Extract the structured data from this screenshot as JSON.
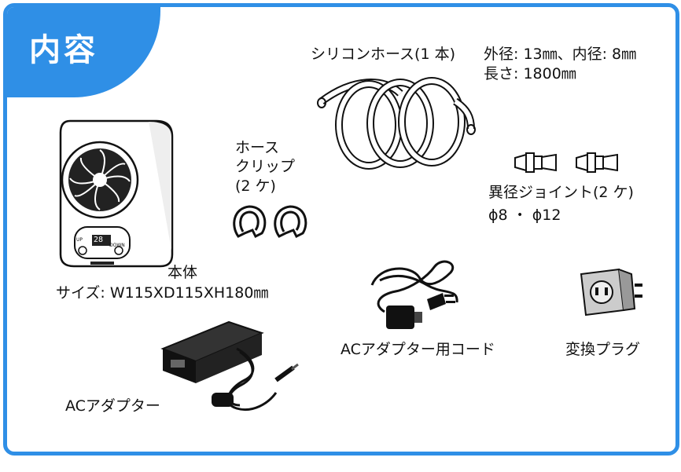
{
  "header": {
    "title": "内容"
  },
  "items": {
    "hose": {
      "label": "シリコンホース(1 本)",
      "spec_line1": "外径: 13㎜、内径: 8㎜",
      "spec_line2": "長さ: 1800㎜"
    },
    "clip": {
      "line1": "ホース",
      "line2": "クリップ",
      "line3": "(2 ケ)"
    },
    "joint": {
      "label": "異径ジョイント(2 ケ)",
      "spec": "ϕ8 ・ ϕ12"
    },
    "unit": {
      "label": "本体",
      "size": "サイズ: W115XD115XH180㎜",
      "display_value": "28",
      "up_label": "UP",
      "down_label": "DOWN"
    },
    "cord": {
      "label": "ACアダプター用コード"
    },
    "plug": {
      "label": "変換プラグ"
    },
    "adapter": {
      "label": "ACアダプター"
    }
  },
  "colors": {
    "accent": "#2f8fe6",
    "text": "#111111"
  }
}
